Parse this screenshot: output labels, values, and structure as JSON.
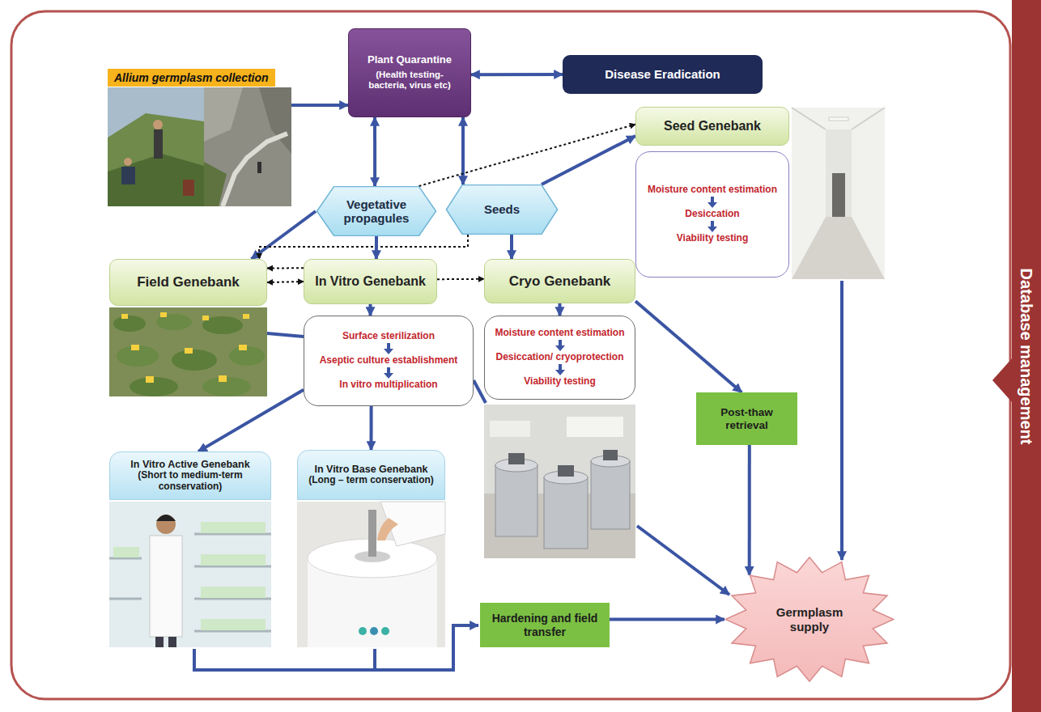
{
  "diagram": {
    "nodes": [
      {
        "text": [
          "Allium germplasm collection"
        ]
      },
      {
        "text": [
          "Plant Quarantine",
          "(Health testing- bacteria, virus etc)"
        ]
      },
      {
        "text": [
          "Disease Eradication"
        ]
      },
      {
        "text": [
          "Seed Genebank"
        ]
      },
      {
        "text": [
          "Moisture content estimation",
          "Desiccation",
          "Viability testing"
        ]
      },
      {
        "text": [
          "Vegetative propagules"
        ]
      },
      {
        "text": [
          "Seeds"
        ]
      },
      {
        "text": [
          "Field Genebank"
        ]
      },
      {
        "text": [
          "In Vitro Genebank"
        ]
      },
      {
        "text": [
          "Cryo Genebank"
        ]
      },
      {
        "text": [
          "Surface sterilization",
          "Aseptic culture establishment",
          "In vitro multiplication"
        ]
      },
      {
        "text": [
          "Moisture content estimation",
          "Desiccation/ cryoprotection",
          "Viability testing"
        ]
      },
      {
        "text": [
          "Post-thaw retrieval"
        ]
      },
      {
        "text": [
          "In Vitro Active Genebank",
          "(Short to medium-term conservation)"
        ]
      },
      {
        "text": [
          "In Vitro Base Genebank",
          "(Long – term conservation)"
        ]
      },
      {
        "text": [
          "Germplasm supply"
        ]
      },
      {
        "text": [
          "Hardening and field transfer"
        ]
      },
      {
        "text": [
          "Database management"
        ]
      }
    ],
    "edges": [
      {
        "from": 0,
        "to": 1,
        "arrow": "to"
      },
      {
        "from": 1,
        "to": 2,
        "arrow": "both"
      },
      {
        "from": 1,
        "to": 5,
        "arrow": "both"
      },
      {
        "from": 1,
        "to": 6,
        "arrow": "both"
      },
      {
        "from": 6,
        "to": 3,
        "arrow": "to"
      },
      {
        "from": 5,
        "to": 3,
        "arrow": "to"
      },
      {
        "from": 5,
        "to": 7,
        "arrow": "to"
      },
      {
        "from": 6,
        "to": 7,
        "arrow": "to"
      },
      {
        "from": 5,
        "to": 8,
        "arrow": "to"
      },
      {
        "from": 6,
        "to": 9,
        "arrow": "to"
      },
      {
        "from": 8,
        "to": 7,
        "arrow": "to"
      },
      {
        "from": 7,
        "to": 8,
        "arrow": "both"
      },
      {
        "from": 8,
        "to": 9,
        "arrow": "to"
      },
      {
        "from": 8,
        "to": 10,
        "arrow": "to"
      },
      {
        "from": 9,
        "to": 11,
        "arrow": "to"
      },
      {
        "from": 9,
        "to": 12,
        "arrow": "to"
      },
      {
        "from": 10,
        "to": 13,
        "arrow": "to"
      },
      {
        "from": 10,
        "to": 14,
        "arrow": "to"
      },
      {
        "from": 12,
        "to": 15,
        "arrow": "to"
      },
      {
        "from": 16,
        "to": 15,
        "arrow": "to"
      }
    ]
  }
}
